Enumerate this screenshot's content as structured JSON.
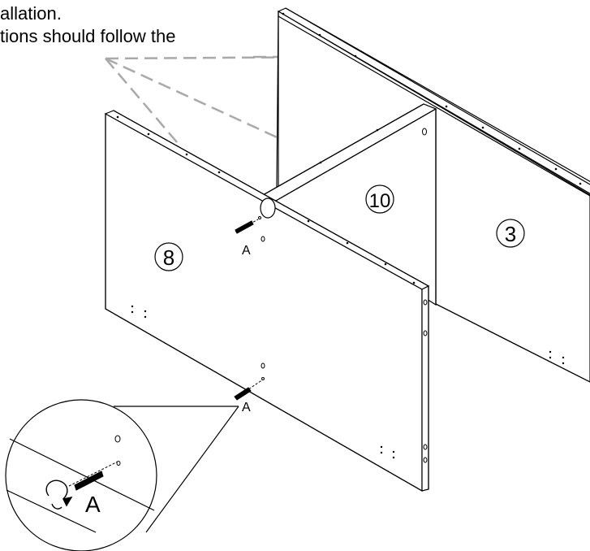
{
  "note": {
    "line1": "allation.",
    "line2": "tions should follow the"
  },
  "panels": {
    "p8": "8",
    "p10": "10",
    "p3": "3"
  },
  "hardware": {
    "upper_label": "A",
    "lower_label": "A",
    "detail_label": "A"
  },
  "colors": {
    "line": "#000000",
    "leader": "#a9a9a9",
    "background": "#ffffff"
  }
}
